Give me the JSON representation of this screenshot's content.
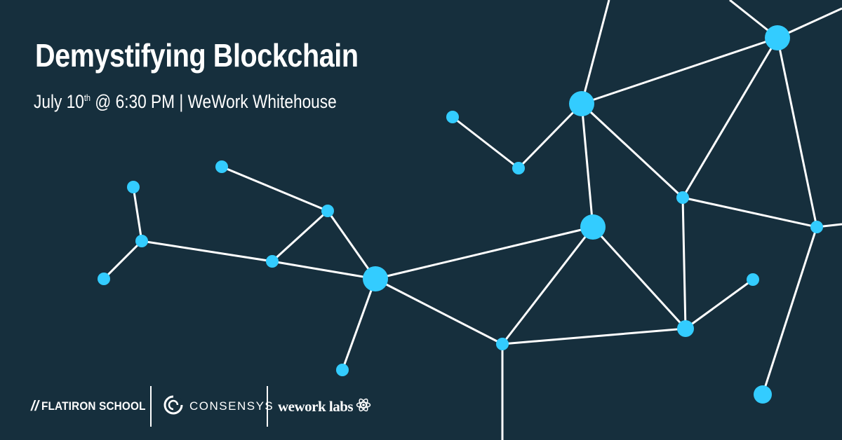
{
  "event": {
    "title": "Demystifying Blockchain",
    "date_prefix": "July 10",
    "date_suffix": "th",
    "details": " @ 6:30 PM | WeWork Whitehouse"
  },
  "sponsors": {
    "flatiron": {
      "mark": "//",
      "name": "FLATIRON SCHOOL"
    },
    "consensys": {
      "name": "CONSENSYS"
    },
    "wework": {
      "name": "wework labs"
    }
  },
  "colors": {
    "background": "#162f3d",
    "node": "#33ccff",
    "edge": "#ffffff",
    "text": "#ffffff"
  },
  "icons": [
    "consensys-logo-icon",
    "atom-icon"
  ]
}
